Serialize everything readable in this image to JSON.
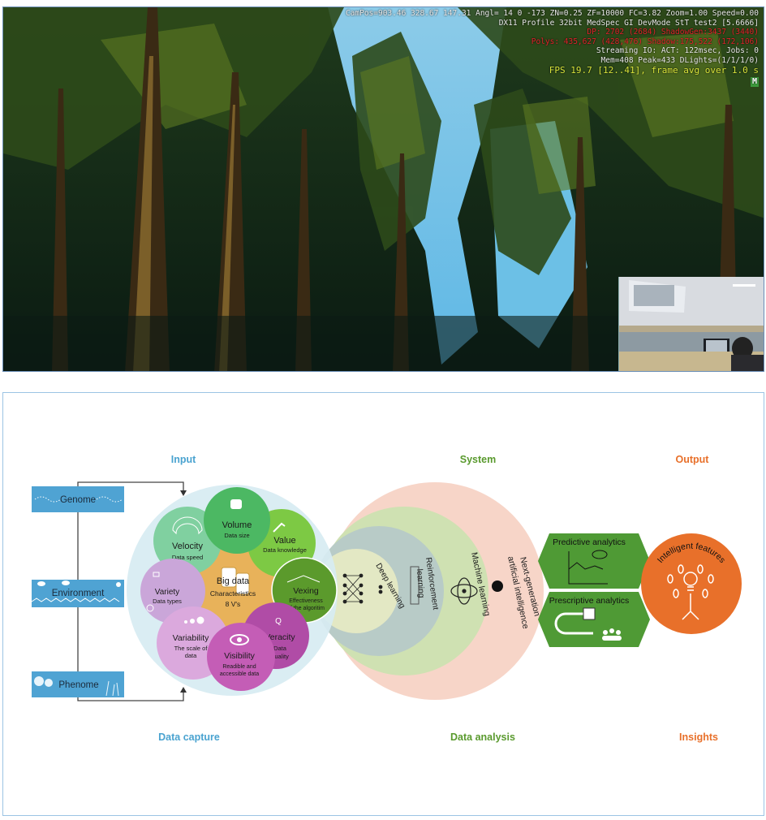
{
  "game": {
    "hud": {
      "line1": "CamPos=903.46 328.67 147.31 Angl= 14  0 -173 ZN=0.25 ZF=10000 FC=3.82 Zoom=1.00 Speed=0.00",
      "line2": "DX11 Profile 32bit MedSpec GI DevMode StT test2 [5.6666]",
      "line3": "DP: 2702 (2684) ShadowGen:3437 (3440)",
      "line4": "Polys: 435,627 (428,476) Shadow:175,522 (172,106)",
      "line5": "Streaming IO: ACT: 122msec, Jobs: 0",
      "line6": "Mem=408 Peak=433 DLights=(1/1/1/0)",
      "fps": "FPS 19.7 [12..41], frame avg over 1.0 s",
      "badge": "M"
    },
    "colors": {
      "sky": "#6fc3ea",
      "hud_red": "#e0222a",
      "hud_fps": "#d7e23a"
    }
  },
  "diagram": {
    "headers": {
      "input": "Input",
      "system": "System",
      "output": "Output",
      "data_capture": "Data capture",
      "data_analysis": "Data analysis",
      "insights": "Insights"
    },
    "sources": [
      "Genome",
      "Environment",
      "Phenome"
    ],
    "center": {
      "title": "Big data",
      "line2": "Characteristics",
      "line3": "8 V's"
    },
    "vs": [
      {
        "name": "Volume",
        "desc": "Data size"
      },
      {
        "name": "Velocity",
        "desc": "Data speed"
      },
      {
        "name": "Value",
        "desc": "Data knowledge"
      },
      {
        "name": "Vexing",
        "desc1": "Effectiveness",
        "desc2": "of the algoritim"
      },
      {
        "name": "Variety",
        "desc": "Data types"
      },
      {
        "name": "Veracity",
        "desc1": "Data",
        "desc2": "quality"
      },
      {
        "name": "Variability",
        "desc1": "The scale of",
        "desc2": "data"
      },
      {
        "name": "Visibility",
        "desc1": "Readible and",
        "desc2": "accessible data"
      }
    ],
    "system": {
      "deep": "Deep learning",
      "reinforcement1": "Reinforcement",
      "reinforcement2": "learning",
      "machine": "Machine learning",
      "nextgen1": "Next-generation",
      "nextgen2": "artificial intelligence"
    },
    "analytics": [
      "Predictive analytics",
      "Prescriptive analytics"
    ],
    "output": "Intelligent features",
    "colors": {
      "input": "#4aa3d0",
      "system": "#5a9a2e",
      "output": "#e8702a"
    }
  }
}
